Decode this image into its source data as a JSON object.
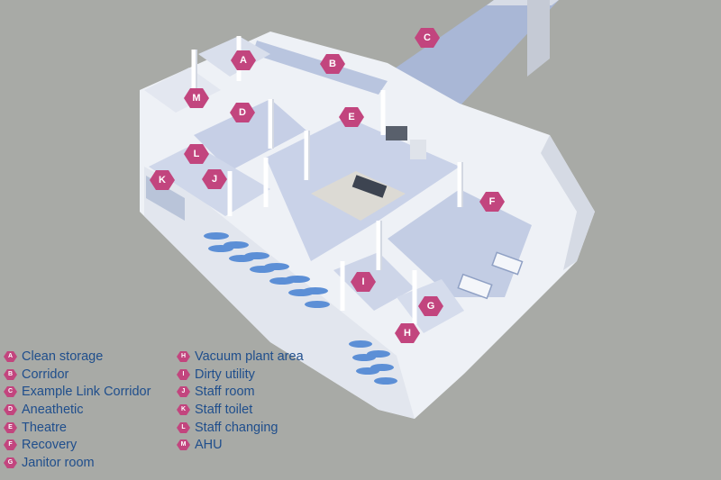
{
  "colors": {
    "background": "#a8aaa6",
    "marker_fill": "#c2457e",
    "legend_text": "#1f4e8c",
    "wall": "#f3f5f9",
    "floor": "#c9d2e8",
    "floor_corridor": "#a9b7d6"
  },
  "markers": [
    "A",
    "B",
    "C",
    "D",
    "E",
    "F",
    "G",
    "H",
    "I",
    "J",
    "K",
    "L",
    "M"
  ],
  "legend": {
    "col1": [
      {
        "key": "A",
        "label": "Clean storage"
      },
      {
        "key": "B",
        "label": "Corridor"
      },
      {
        "key": "C",
        "label": "Example Link Corridor"
      },
      {
        "key": "D",
        "label": "Aneathetic"
      },
      {
        "key": "E",
        "label": "Theatre"
      },
      {
        "key": "F",
        "label": "Recovery"
      },
      {
        "key": "G",
        "label": "Janitor room"
      }
    ],
    "col2": [
      {
        "key": "H",
        "label": "Vacuum plant area"
      },
      {
        "key": "I",
        "label": "Dirty utility"
      },
      {
        "key": "J",
        "label": "Staff room"
      },
      {
        "key": "K",
        "label": "Staff toilet"
      },
      {
        "key": "L",
        "label": "Staff changing"
      },
      {
        "key": "M",
        "label": "AHU"
      }
    ]
  }
}
